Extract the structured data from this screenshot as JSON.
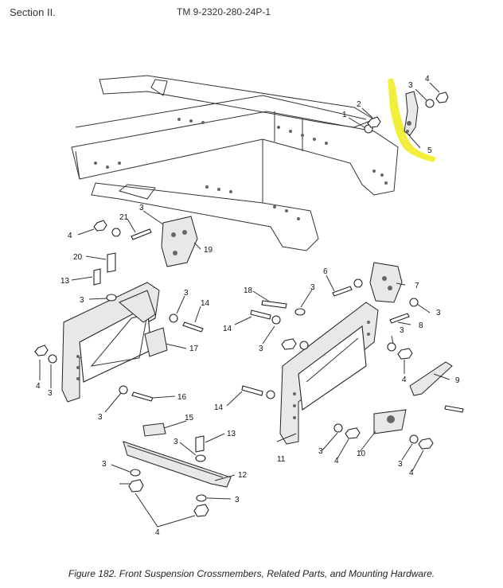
{
  "header": {
    "section": "Section II.",
    "tm_number": "TM 9-2320-280-24P-1"
  },
  "figure": {
    "caption": "Figure 182.  Front Suspension Crossmembers, Related Parts, and Mounting Hardware."
  },
  "highlight_color": "#f2ef3a",
  "callouts": {
    "c1a": "1",
    "c2a": "2",
    "c3a": "3",
    "c4a": "4",
    "c5a": "5",
    "c3b": "3",
    "c21": "21",
    "c4b": "4",
    "c19": "19",
    "c20": "20",
    "c13a": "13",
    "c3c": "3",
    "c3d": "3",
    "c14a": "14",
    "c17": "17",
    "c4c": "4",
    "c3e": "3",
    "c16": "16",
    "c3f": "3",
    "c15": "15",
    "c3g": "3",
    "c13b": "13",
    "c3h": "3",
    "c12": "12",
    "c3i": "3",
    "c4d": "4",
    "c18": "18",
    "c6": "6",
    "c3j": "3",
    "c7": "7",
    "c14b": "14",
    "c3k": "3",
    "c3l": "3",
    "c8": "8",
    "c3m": "3",
    "c4e": "4",
    "c9": "9",
    "c14c": "14",
    "c3n": "3",
    "c4f": "4",
    "c10": "10",
    "c11": "11",
    "c3o": "3",
    "c4g": "4"
  }
}
